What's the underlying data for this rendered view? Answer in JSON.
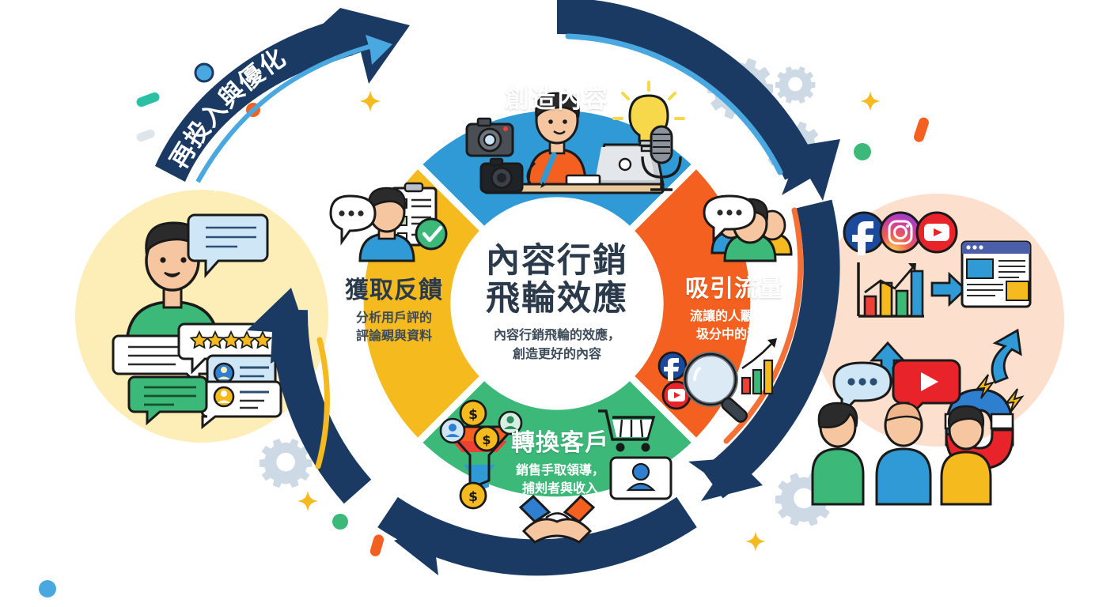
{
  "center": {
    "title_line1": "內容行銷",
    "title_line2": "飛輪效應",
    "sub_line1": "內容行銷飛輪的效應，",
    "sub_line2": "創造更好的內容",
    "title_color": "#2b3a4a",
    "sub_color": "#3c4a59"
  },
  "quadrants": [
    {
      "id": "create-content",
      "label": "創造內容",
      "sub_line1": "",
      "sub_line2": "",
      "color": "#2f9ad6",
      "label_color": "#ffffff",
      "icons": [
        "camera-icon",
        "camera-icon",
        "person-laptop-icon",
        "lightbulb-icon",
        "microphone-icon"
      ]
    },
    {
      "id": "attract-traffic",
      "label": "吸引流量",
      "sub_line1": "流讓的人覼員現",
      "sub_line2": "圾分中的流量",
      "color": "#f4601f",
      "label_color": "#ffffff",
      "icons": [
        "people-group-icon",
        "chat-bubble-icon",
        "facebook-icon",
        "youtube-icon",
        "magnifier-icon",
        "bar-chart-icon"
      ]
    },
    {
      "id": "convert-customers",
      "label": "轉換客戶",
      "sub_line1": "銷售手取領導，",
      "sub_line2": "捕刾者與收入",
      "color": "#3cb878",
      "label_color": "#ffffff",
      "icons": [
        "funnel-icon",
        "coin-icon",
        "user-icon",
        "cart-icon",
        "id-card-icon",
        "handshake-icon"
      ]
    },
    {
      "id": "get-feedback",
      "label": "獲取反饋",
      "sub_line1": "分析用戶評的",
      "sub_line2": "評論覡與資料",
      "color": "#f5ba1e",
      "label_color": "#2b3a4a",
      "icons": [
        "person-icon",
        "chat-bubble-icon",
        "checklist-icon",
        "check-circle-icon"
      ]
    }
  ],
  "outer_arrow": {
    "label": "再投入與優化",
    "sub_label": "創造更好的內容",
    "color": "#1b3a63",
    "label_color": "#ffffff"
  },
  "side_panels": {
    "left": {
      "id": "feedback-illustration",
      "bg": "#fdeeb8",
      "icons": [
        "person-avatar",
        "speech-bubble",
        "star-rating",
        "comment-card",
        "comment-card"
      ],
      "stars": 5
    },
    "right": {
      "id": "traffic-illustration",
      "bg": "#fce0cd",
      "icons": [
        "facebook-icon",
        "instagram-icon",
        "youtube-icon",
        "bar-chart-icon",
        "browser-window-icon",
        "magnet-icon",
        "chat-dots-icon",
        "youtube-play-icon",
        "people-group-icon"
      ]
    }
  },
  "palette": {
    "navy": "#1b3a63",
    "blue": "#2f9ad6",
    "light_blue": "#4aa8e0",
    "orange": "#f4601f",
    "green": "#3cb878",
    "yellow": "#f5ba1e",
    "gear_gray": "#cdd9e5",
    "teal": "#2bbfa4",
    "white": "#ffffff"
  },
  "decor": {
    "gears": 5,
    "sparkles": 4,
    "dots": 8
  }
}
